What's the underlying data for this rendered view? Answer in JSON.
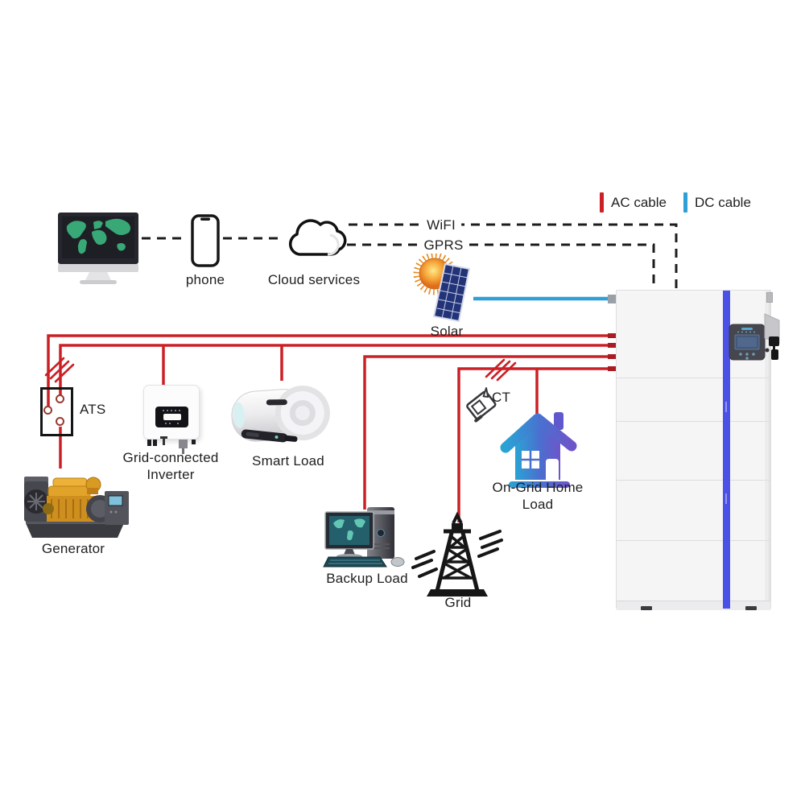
{
  "colors": {
    "ac": "#cb2026",
    "dc": "#2f9fd8",
    "ink": "#1c1c1c",
    "stripe": "#4b50e6"
  },
  "legend": {
    "ac": "AC cable",
    "dc": "DC cable"
  },
  "network": {
    "wifi": "WiFI",
    "gprs": "GPRS"
  },
  "labels": {
    "phone": "phone",
    "cloud": "Cloud services",
    "solar": "Solar",
    "ats": "ATS",
    "inverter": "Grid-connected Inverter",
    "smart_load": "Smart Load",
    "generator": "Generator",
    "backup_load": "Backup Load",
    "grid": "Grid",
    "ct": "CT",
    "home_load": "On-Grid Home Load"
  }
}
